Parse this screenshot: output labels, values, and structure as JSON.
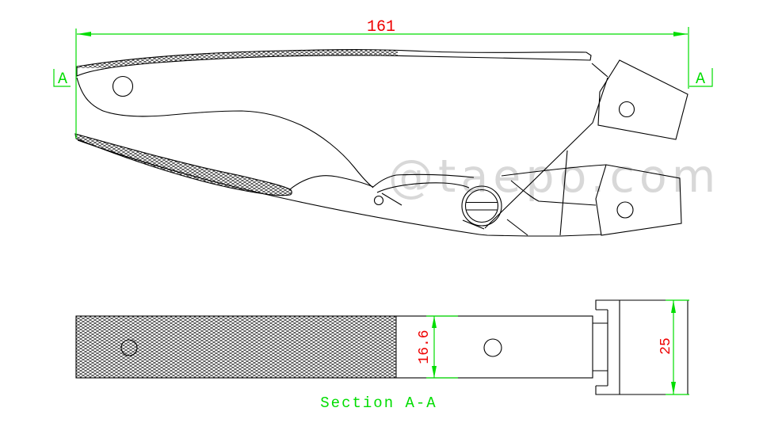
{
  "drawing": {
    "watermark": "@taepo.com",
    "side_view": {
      "overall_length_label": "161",
      "section_marker_left": "A",
      "section_marker_right": "A"
    },
    "section_view": {
      "title": "Section A-A",
      "handle_width_label": "16.6",
      "head_width_label": "25"
    },
    "colors": {
      "outline": "#000000",
      "dimension_lines": "#00dd00",
      "dimension_text": "#ee0000",
      "annotation_text": "#00dd00",
      "watermark": "#d8d8d8",
      "background": "#ffffff"
    }
  }
}
